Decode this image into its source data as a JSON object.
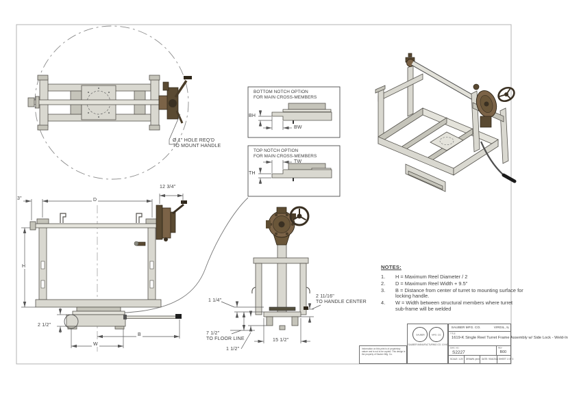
{
  "drawing": {
    "top_view": {
      "hole_note": "Ø 1\" HOLE REQ'D\nTO MOUNT HANDLE"
    },
    "callout_bottom_notch": {
      "title": "BOTTOM NOTCH OPTION\nFOR MAIN CROSS-MEMBERS",
      "dim_bh": "BH",
      "dim_bw": "BW"
    },
    "callout_top_notch": {
      "title": "TOP NOTCH OPTION\nFOR MAIN CROSS-MEMBERS",
      "dim_tw": "TW",
      "dim_th": "TH"
    },
    "front_view": {
      "dim_3": "3\"",
      "dim_d": "D",
      "dim_12_3_4": "12 3/4\"",
      "dim_h": "H",
      "dim_2_1_2": "2 1/2\"",
      "dim_b": "B",
      "dim_w": "W"
    },
    "side_view": {
      "dim_1_1_4": "1 1/4\"",
      "dim_floor": "7 1/2\"\nTO FLOOR LINE",
      "dim_1_1_2": "1 1/2\"",
      "dim_15_1_2": "15 1/2\"",
      "dim_handle": "2 11/16\"\nTO HANDLE CENTER"
    }
  },
  "notes": {
    "heading": "NOTES:",
    "items": [
      {
        "num": "1.",
        "text": "H = Maximum Reel Diameter / 2"
      },
      {
        "num": "2.",
        "text": "D = Maximum Reel Width + 9.5\""
      },
      {
        "num": "3.",
        "text": "B = Distance from center of turret to mounting surface for locking handle."
      },
      {
        "num": "4.",
        "text": "W = Width between structural members where turret sub-frame will be welded"
      }
    ]
  },
  "title_block": {
    "company": "SAUBER MFG. CO.",
    "location": "VIRGIL, IL",
    "title_label": "TITLE",
    "title": "1619-K Single Reel Turret Frame\nAssembly w/ Side Lock - Weld-In",
    "dwg_label": "DWG. NO.",
    "dwg_no": "S2227",
    "rev_label": "REV",
    "rev": "B00",
    "scale": "SCALE: 1:20",
    "drawn": "DRAWN: jmm",
    "date": "DATE: 9/16/2021",
    "sheet": "SHEET 1 OF 3",
    "logo_circle_1": "SAUBER",
    "logo_circle_2": "MFG. CO.",
    "address": "SAUBER\nMANUFACTURING CO.\n10 NORTH SAUBER ROAD\nVIRGIL, IL 60151-1000\n(630) 365-6400",
    "proprietary_note": "Information on this print is of proprietary nature and is not to be copied. This design is the property of Sauber Mfg. Co."
  },
  "colors": {
    "steel": "#d9d8d0",
    "steel_dark": "#c5c4ba",
    "bronze_turret": "#7b6347",
    "bronze_dark": "#5a4a32",
    "line": "#54524c",
    "dimension": "#555555"
  }
}
